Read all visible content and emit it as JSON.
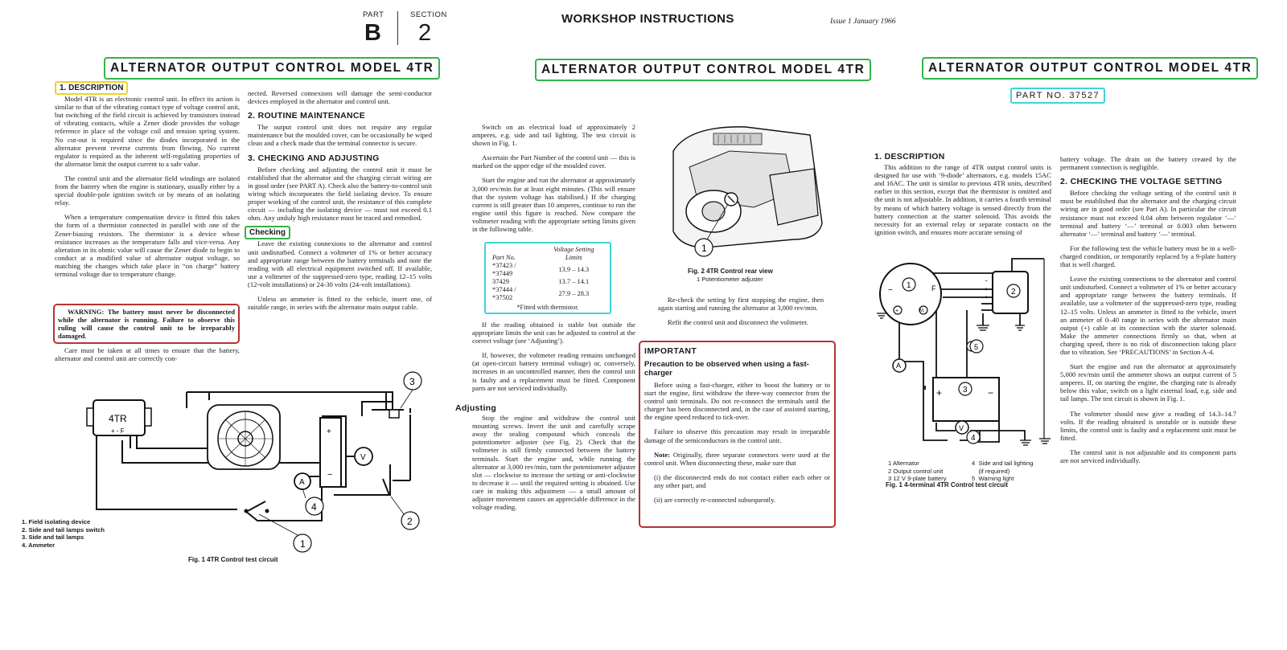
{
  "header": {
    "part_label": "PART",
    "part_letter": "B",
    "section_label": "SECTION",
    "section_number": "2",
    "title": "WORKSHOP INSTRUCTIONS",
    "issue": "Issue 1  January 1966"
  },
  "page1": {
    "title": "ALTERNATOR OUTPUT CONTROL MODEL 4TR",
    "description_heading": "1. DESCRIPTION",
    "col1_paragraphs": [
      "Model 4TR is an electronic control unit. In effect its action is similar to that of the vibrating contact type of voltage control unit, but switching of the field circuit is achieved by transistors instead of vibrating contacts, while a Zener diode provides the voltage reference in place of the voltage coil and tension spring system. No cut-out is required since the diodes incorporated in the alternator prevent reverse currents from flowing. No current regulator is required as the inherent self-regulating properties of the alternator limit the output current to a safe value.",
      "The control unit and the alternator field windings are isolated from the battery when the engine is stationary, usually either by a special double-pole ignition switch or by means of an isolating relay.",
      "When a temperature compensation device is fitted this takes the form of a thermistor connected in parallel with one of the Zener-biasing resistors. The thermistor is a device whose resistance increases as the temperature falls and vice-versa. Any alteration in its ohmic value will cause the Zener diode to begin to conduct at a modified value of alternator output voltage, so matching the changes which take place in “on charge” battery terminal voltage due to temperature change."
    ],
    "warning": "WARNING: The battery must never be disconnected while the alternator is running. Failure to observe this ruling will cause the control unit to be irreparably damaged.",
    "col1_after_warning": "Care must be taken at all times to ensure that the battery, alternator and control unit are correctly con-",
    "col2_continuation": "nected. Reversed connexions will damage the semi-conductor devices employed in the alternator and control unit.",
    "routine_heading": "2. ROUTINE MAINTENANCE",
    "routine_text": "The output control unit does not require any regular maintenance but the moulded cover, can be occasionally be wiped clean and a check made that the terminal connector is secure.",
    "checking_heading": "3. CHECKING AND ADJUSTING",
    "checking_text": "Before checking and adjusting the control unit it must be established that the alternator and the charging circuit wiring are in good order (see PART A). Check also the battery-to-control unit wiring which incorporates the field isolating device. To ensure proper working of the control unit, the resistance of this complete circuit — including the isolating device — must not exceed 0.1 ohm. Any unduly high resistance must be traced and remedied.",
    "checking_sub": "Checking",
    "checking_sub_text": "Leave the existing connexions to the alternator and control unit undisturbed. Connect a voltmeter of 1% or better accuracy and appropriate range between the battery terminals and note the reading with all electrical equipment switched off. If available, use a voltmeter of the suppressed-zero type, reading 12–15 volts (12-volt installations) or 24-30 volts (24-volt installations).",
    "ammeter_text": "Unless an ammeter is fitted to the vehicle, insert one, of suitable range, in series with the alternator main output cable.",
    "diagram_labels": {
      "unit": "4TR",
      "terminals": "+ - F",
      "volt": "V",
      "amp": "A",
      "n1": "1",
      "n2": "2",
      "n3": "3",
      "n4": "4"
    },
    "legend": [
      "1.  Field isolating device",
      "2.  Side and tail lamps switch",
      "3.  Side and tail lamps",
      "4.  Ammeter"
    ],
    "fig_caption": "Fig. 1    4TR Control test circuit"
  },
  "page2": {
    "title": "ALTERNATOR OUTPUT CONTROL MODEL 4TR",
    "paragraphs": [
      "Switch on an electrical load of approximately 2 amperes, e.g. side and tail lighting. The test circuit is shown in Fig. 1.",
      "Ascertain the Part Number of the control unit — this is marked on the upper edge of the moulded cover.",
      "Start the engine and run the alternator at approximately 3,000 rev/min for at least eight minutes. (This will ensure that the system voltage has stabilised.) If the charging current is still greater than 10 amperes, continue to run the engine until this figure is reached. Now compare the voltmeter reading with the appropriate setting limits given in the following table."
    ],
    "table": {
      "col1_header": "Part No.",
      "col2_header": "Voltage Setting Limits",
      "rows": [
        {
          "parts": "*37423 / *37449",
          "limits": "13.9 – 14.3"
        },
        {
          "parts": "37429",
          "limits": "13.7 – 14.1"
        },
        {
          "parts": "*37444 / *37502",
          "limits": "27.9 – 28.3"
        }
      ],
      "footnote": "*Fitted with thermistor."
    },
    "para_after_table": "If the reading obtained is stable but outside the appropriate limits the unit can be adjusted to control at the correct voltage (see ‘Adjusting’).",
    "para_faulty": "If, however, the voltmeter reading remains unchanged (at open-circuit battery terminal voltage) or, conversely, increases in an uncontrolled manner, then the control unit is faulty and a replacement must be fitted. Component parts are not serviced individually.",
    "adjusting_heading": "Adjusting",
    "adjusting_text": "Stop the engine and withdraw the control unit mounting screws. Invert the unit and carefully scrape away the sealing compound which conceals the potentiometer adjuster (see Fig. 2). Check that the voltmeter is still firmly connected between the battery terminals. Start the engine and, while running the alternator at 3,000 rev/min, turn the potentiometer adjuster slot — clockwise to increase the setting or anti-clockwise to decrease it — until the required setting is obtained. Use care in making this adjustment — a small amount of adjuster movement causes an appreciable difference in the voltage reading.",
    "fig2_caption": "Fig. 2   4TR Control rear view",
    "fig2_sub": "1  Potentiometer adjuster",
    "fig2_label": "1",
    "recheck_text": "Re-check the setting by first stopping the engine, then again starting and running the alternator at 3,000 rev/min.",
    "refit_text": "Refit the control unit and disconnect the voltmeter.",
    "important_heading": "IMPORTANT",
    "precaution_heading": "Precaution to be observed when using a fast-charger",
    "precaution_text1": "Before using a fast-charger, either to boost the battery or to start the engine, first withdraw the three-way connector from the control unit terminals. Do not re-connect the terminals until the charger has been disconnected and, in the case of assisted starting, the engine speed reduced to tick-over.",
    "precaution_text2": "Failure to observe this precaution may result in irreparable damage of the semiconductors in the control unit.",
    "note_label": "Note:",
    "note_text": "Originally, three separate connectors were used at the control unit. When disconnecting these, make sure that",
    "note_i": "(i)  the disconnected ends do not contact either each other or any other part, and",
    "note_ii": "(ii)  are correctly re-connected subsequently."
  },
  "page3": {
    "title": "ALTERNATOR OUTPUT CONTROL MODEL 4TR",
    "part_no": "PART NO. 37527",
    "description_heading": "1.   DESCRIPTION",
    "description_text": "This addition to the range of 4TR output control units is designed for use with ‘9-diode’ alternators, e.g. models 15AC and 16AC. The unit is similar to previous 4TR units, described earlier in this section, except that the thermistor is omitted and the unit is not adjustable. In addition, it carries a fourth terminal by means of which battery voltage is sensed directly from the battery connection at the starter solenoid. This avoids the necessity for an external relay or separate contacts on the ignition switch, and ensures more accurate sensing of",
    "col2_continuation": "battery voltage. The drain on the battery created by the permanent connection is negligible.",
    "checking_heading": "2.   CHECKING THE VOLTAGE SETTING",
    "checking_text": "Before checking the voltage setting of the control unit it must be established that the alternator and the charging circuit wiring are in good order (see Part A). In particular the circuit resistance must not exceed 0.04 ohm between regulator ‘—’ terminal and battery ‘—’ terminal or 0.003 ohm between alternator ‘—’ terminal and battery ‘—’ terminal.",
    "battery_text": "For the following test the vehicle battery must be in a well-charged condition, or temporarily replaced by a 9-plate battery that is well charged.",
    "connections_text": "Leave the existing connections to the alternator and control unit undisturbed. Connect a voltmeter of 1% or better accuracy and appropriate range between the battery terminals. If available, use a voltmeter of the suppressed-zero type, reading 12–15 volts. Unless an ammeter is fitted to the vehicle, insert an ammeter of 0–40 range in series with the alternator main output (+) cable at its connection with the starter solenoid. Make the ammeter connections firmly so that, when at charging speed, there is no risk of disconnection taking place due to vibration. See ‘PRECAUTIONS’ in Section A-4.",
    "start_text": "Start the engine and run the alternator at approximately 5,000 rev/min until the ammeter shows an output current of 5 amperes. If, on starting the engine, the charging rate is already below this value, switch on a light external load, e.g. side and tail lamps. The test circuit is shown in Fig. 1.",
    "voltmeter_text": "The voltmeter should now give a reading of 14.3–14.7 volts. If the reading obtained is unstable or is outside these limits, the control unit is faulty and a replacement unit must be fitted.",
    "not_adjustable_text": "The control unit is not adjustable and its component parts are not serviced individually.",
    "diagram_labels": {
      "n1": "1",
      "n2": "2",
      "n3": "3",
      "n4": "4",
      "n5": "5",
      "amp": "A",
      "volt": "V",
      "f": "F",
      "wl": "WL"
    },
    "legend_left": [
      "1  Alternator",
      "2  Output control unit",
      "3  12 V 9-plate battery"
    ],
    "legend_right": [
      "4  Side and tail lighting",
      "    (if required)",
      "5  Warning light"
    ],
    "fig_caption": "Fig. 1    4-terminal 4TR Control test circuit"
  }
}
